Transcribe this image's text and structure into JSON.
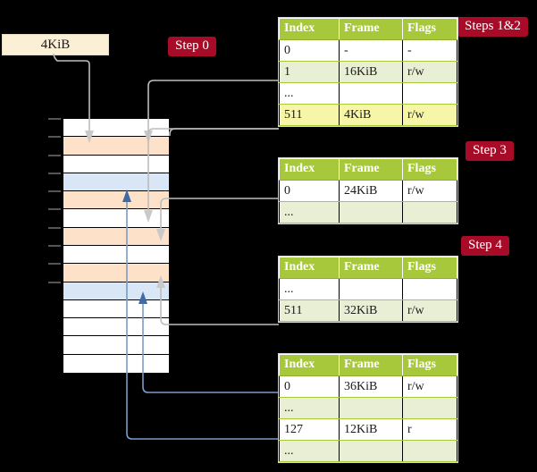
{
  "diagram": {
    "title": "multi-level-page-table-walk",
    "colors": {
      "background": "#000000",
      "badge": "#a80b28",
      "table_header": "#a8c83c",
      "table_row_alt": "#e9efd5",
      "highlight": "#f7f5a8",
      "source_box": "#fbf0d6",
      "mem_orange": "#fde1c8",
      "mem_blue": "#d8e6f6",
      "wire_grey": "#bdbdbd",
      "wire_blue": "#7a9cc6"
    }
  },
  "source_box": {
    "label": "4KiB"
  },
  "badges": [
    {
      "id": "step0",
      "label": "Step 0"
    },
    {
      "id": "steps12",
      "label": "Steps 1&2"
    },
    {
      "id": "step3",
      "label": "Step 3"
    },
    {
      "id": "step4",
      "label": "Step 4"
    }
  ],
  "tables": [
    {
      "id": "table-steps-1-2",
      "headers": [
        "Index",
        "Frame",
        "Flags"
      ],
      "rows": [
        {
          "cells": [
            "0",
            "-",
            "-"
          ],
          "stripe": "odd",
          "highlight": false
        },
        {
          "cells": [
            "1",
            "16KiB",
            "r/w"
          ],
          "stripe": "even",
          "highlight": false
        },
        {
          "cells": [
            "...",
            "",
            ""
          ],
          "stripe": "odd",
          "highlight": false
        },
        {
          "cells": [
            "511",
            "4KiB",
            "r/w"
          ],
          "stripe": "even",
          "highlight": true
        }
      ]
    },
    {
      "id": "table-step-3",
      "headers": [
        "Index",
        "Frame",
        "Flags"
      ],
      "rows": [
        {
          "cells": [
            "0",
            "24KiB",
            "r/w"
          ],
          "stripe": "odd",
          "highlight": false
        },
        {
          "cells": [
            "...",
            "",
            ""
          ],
          "stripe": "even",
          "highlight": false
        }
      ]
    },
    {
      "id": "table-step-4",
      "headers": [
        "Index",
        "Frame",
        "Flags"
      ],
      "rows": [
        {
          "cells": [
            "...",
            "",
            ""
          ],
          "stripe": "odd",
          "highlight": false
        },
        {
          "cells": [
            "511",
            "32KiB",
            "r/w"
          ],
          "stripe": "even",
          "highlight": false
        }
      ]
    },
    {
      "id": "table-bottom",
      "headers": [
        "Index",
        "Frame",
        "Flags"
      ],
      "rows": [
        {
          "cells": [
            "0",
            "36KiB",
            "r/w"
          ],
          "stripe": "odd",
          "highlight": false
        },
        {
          "cells": [
            "...",
            "",
            ""
          ],
          "stripe": "even",
          "highlight": false
        },
        {
          "cells": [
            "127",
            "12KiB",
            "r"
          ],
          "stripe": "odd",
          "highlight": false
        },
        {
          "cells": [
            "...",
            "",
            ""
          ],
          "stripe": "even",
          "highlight": false
        }
      ]
    }
  ],
  "memory_column": {
    "rows": [
      {
        "fill": "white"
      },
      {
        "fill": "orange"
      },
      {
        "fill": "white"
      },
      {
        "fill": "blue"
      },
      {
        "fill": "orange"
      },
      {
        "fill": "white"
      },
      {
        "fill": "orange"
      },
      {
        "fill": "white"
      },
      {
        "fill": "orange"
      },
      {
        "fill": "blue"
      },
      {
        "fill": "white"
      },
      {
        "fill": "white"
      },
      {
        "fill": "white"
      },
      {
        "fill": "white"
      }
    ]
  }
}
